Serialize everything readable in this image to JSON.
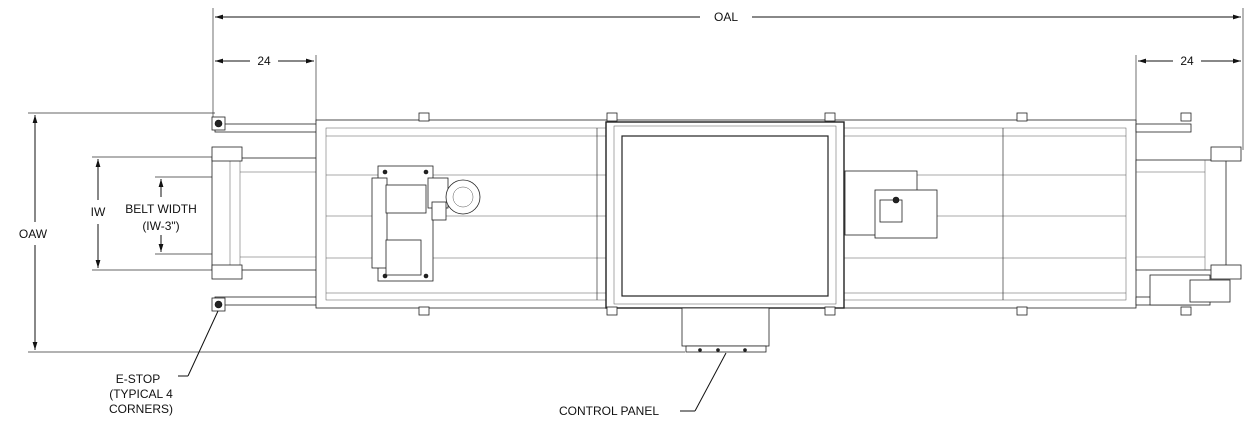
{
  "dimensions": {
    "oal": "OAL",
    "end_length_left": "24",
    "end_length_right": "24",
    "oaw": "OAW",
    "iw": "IW",
    "belt_width_line1": "BELT WIDTH",
    "belt_width_line2": "(IW-3\")"
  },
  "callouts": {
    "estop_line1": "E-STOP",
    "estop_line2": "(TYPICAL 4",
    "estop_line3": "CORNERS)",
    "control_panel": "CONTROL PANEL"
  }
}
